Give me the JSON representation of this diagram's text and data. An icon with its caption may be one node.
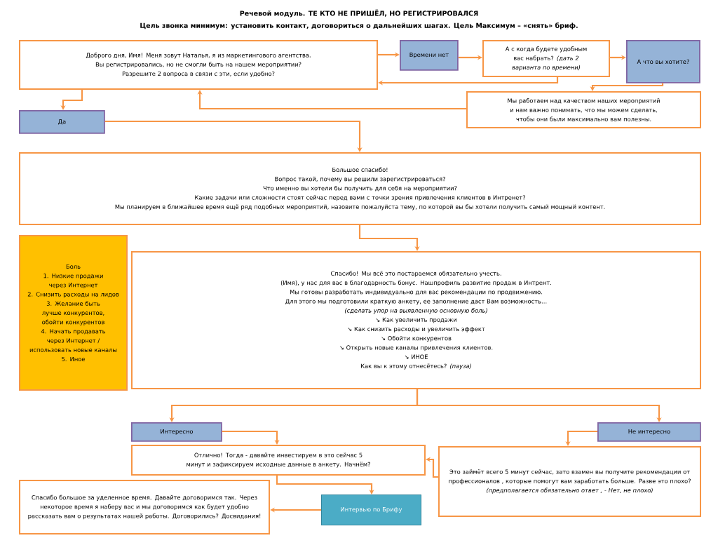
{
  "diagram": {
    "title": "Речевой модуль. ТЕ КТО НЕ ПРИШЁЛ, НО РЕГИСТРИРОВАЛСЯ",
    "nodes": [
      {
        "text": [
          "Доброго дня, Имя! Меня зовут Наталья, я из маркетингового агентства. Вы регистрировались, но не смогли быть на нашем мероприятии?",
          "Разрешите 2 вопроса в связи с эти, если удобно?"
        ]
      },
      {
        "text": [
          "Времени нет"
        ]
      },
      {
        "text": [
          "А с когда будете удобным вас набрать? *(дать 2 варианта по времени)*"
        ]
      },
      {
        "text": [
          "А что вы хотите?"
        ]
      },
      {
        "text": [
          "Мы работаем над качеством наших мероприятий  и нам важно понимать, что мы можем сделать, чтобы они были максимально вам полезны."
        ]
      },
      {
        "text": [
          "Да"
        ]
      },
      {
        "text": [
          "Большое спасибо!",
          "Вопрос такой, почему вы решили зарегистрироваться?",
          "Что именно вы хотели бы получить для себя на мероприятии?",
          "Какие задачи или сложности стоят сейчас перед вами с точки зрения привлечения клиентов в Интренет?",
          "Мы планируем в ближайшее время ещё ряд подобных мероприятий, назовите пожалуйста тему, по  которой вы бы хотели получить самый мощный контент."
        ]
      },
      {
        "text": [
          "Боль",
          "1. Низкие продажи через Интернет",
          "2. Снизить расходы на лидов",
          "3. Желание быть лучше конкурентов, обойти конкурентов",
          "4. Начать продавать через Интернет / использовать новые каналы",
          "5. Иное"
        ]
      },
      {
        "text": [
          "Спасибо! Мы всё это постараемся обязательно учесть.",
          "(Имя), у нас для вас в благодарность бонус. Нашпрофиль развитие продаж в Интрент.",
          "Мы готовы разработать индивидуально для вас рекомендации по продвижению.",
          "Для этого мы подготовили краткую анкету, ее заполнение даст Вам возможность…",
          "(сделать упор на выявленную основную боль)",
          "↘ Как увеличить продажи",
          "↘ Как снизить расходы и увеличить эффект",
          "↘ Обойти конкурентов",
          "↘ Открыть новые каналы привлечения клиентов.",
          "↘  ИНОЕ",
          "Как вы к этому отнесётесь? *(пауза)*"
        ]
      },
      {
        "text": [
          "Интересно"
        ]
      },
      {
        "text": [
          "Не интересно"
        ]
      },
      {
        "text": [
          "Отлично! Тогда  - давайте инвестируем в это сейчас 5 минут и зафиксируем исходные данные в анкету.  Начнём?"
        ]
      },
      {
        "text": [
          "Это займёт всего 5 минут сейчас, зато взамен  вы получите рекомендации от профессионалов , которые помогут вам заработать больше. Разве это плохо?",
          "(предполагается обязательно ответ , - Нет, не плохо)"
        ]
      },
      {
        "text": [
          "Спасибо большое за уделенное время. Давайте договоримся так. Через некоторое время я наберу вас и мы договоримся как будет удобно рассказать вам о результатах нашей работы. Договорились? Досвидания!"
        ]
      },
      {
        "text": [
          "Интервью по Брифу"
        ]
      }
    ],
    "edges": [
      {
        "from": 0,
        "to": 1,
        "arrow": "to"
      },
      {
        "from": 1,
        "to": 2,
        "arrow": "to"
      },
      {
        "from": 2,
        "to": 3,
        "arrow": "to"
      },
      {
        "from": 2,
        "to": 0,
        "arrow": "to"
      },
      {
        "from": 3,
        "to": 4,
        "arrow": "to"
      },
      {
        "from": 4,
        "to": 0,
        "arrow": "to"
      },
      {
        "from": 0,
        "to": 5,
        "arrow": "to"
      },
      {
        "from": 5,
        "to": 6,
        "arrow": "to"
      },
      {
        "from": 6,
        "to": 8,
        "arrow": "to"
      },
      {
        "from": 8,
        "to": 9,
        "arrow": "to"
      },
      {
        "from": 8,
        "to": 10,
        "arrow": "to"
      },
      {
        "from": 9,
        "to": 11,
        "arrow": "to"
      },
      {
        "from": 10,
        "to": 12,
        "arrow": "to"
      },
      {
        "from": 12,
        "to": 11,
        "arrow": "to"
      },
      {
        "from": 11,
        "to": 14,
        "arrow": "to"
      },
      {
        "from": 14,
        "to": 13,
        "arrow": "to"
      }
    ],
    "labels": [
      "Цель звонка минимум: установить контакт, договориться о дальнейших шагах. Цель Максимум – «снять» бриф."
    ]
  }
}
